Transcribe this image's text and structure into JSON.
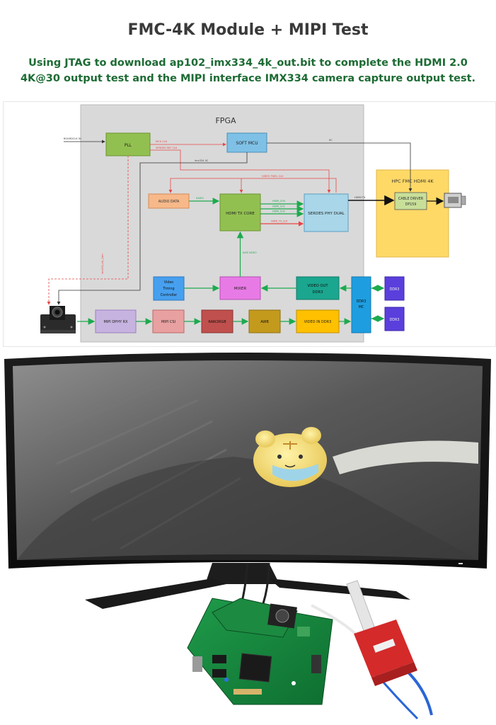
{
  "header": {
    "title": "FMC-4K Module + MIPI Test",
    "subtitle_line1": "Using JTAG to download ap102_imx334_4k_out.bit to complete the HDMI 2.0",
    "subtitle_line2": "4K@30 output test and the MIPI interface IMX334 camera capture output test."
  },
  "diagram": {
    "fpga_label": "FPGA",
    "blocks": {
      "pll": "PLL",
      "soft_mcu": "SOFT MCU",
      "audio_data": "AUDIO DATA",
      "hdmi_tx_core": "HDMI TX CORE",
      "serdes_phy_dual": "SERDES PHY DUAL",
      "hpc_fmc_hdmi": "HPC FMC HDMI 4K",
      "cable_driver_1": "CABLE DRIVER",
      "cable_driver_2": "DP159",
      "vtc_1": "Video",
      "vtc_2": "Timing",
      "vtc_3": "Controller",
      "mixer": "MIXER",
      "video_out_1": "VIDEO OUT",
      "video_out_2": "DDR3",
      "ddr3_mc_1": "DDR3",
      "ddr3_mc_2": "MC",
      "ddr3_a": "DDR3",
      "ddr3_b": "DDR3",
      "mipi_dphy_rx": "MIPI DPHY RX",
      "mipi_csi": "MIPI CSI",
      "raw2rgb": "RAW2RGB",
      "awb": "AWB",
      "video_in_ddr3": "VIDEO IN DDR3"
    },
    "signals": {
      "board_clk": "BOARDCLK IN",
      "mcu_clk": "MCU CLK",
      "serdes_ref_clk": "SERDES REF CLK",
      "imx334_iic": "imx334 IIC",
      "video_pixel_clk": "VIDEO PIXEL CLK",
      "iic": "IIC",
      "saxis": "SAXIS",
      "hdmi_ch0": "HDMI_CH0",
      "hdmi_ch1": "HDMI_CH1",
      "hdmi_ch2": "HDMI_CH2",
      "hdmi_tx_clk": "HDMI_TX_CLK",
      "hdmi_tx": "HDMI TX",
      "axis_video": "AXIS VIDEO",
      "imx334_clk": "imx334_clk_24m"
    }
  },
  "colors": {
    "title": "#3a3a3a",
    "subtitle": "#1d6b34",
    "fpga_bg": "#d9d9d9",
    "arrow_green": "#1daa4e",
    "arrow_red": "#e84545",
    "pll_green": "#92c050",
    "soft_mcu_blue": "#7fc1e6",
    "hpc_yellow": "#ffd966",
    "ddr_purple": "#5b3fdc",
    "mixer_magenta": "#e87ae6",
    "awb_gold": "#c49a1c",
    "raw_brown": "#c0504d"
  }
}
